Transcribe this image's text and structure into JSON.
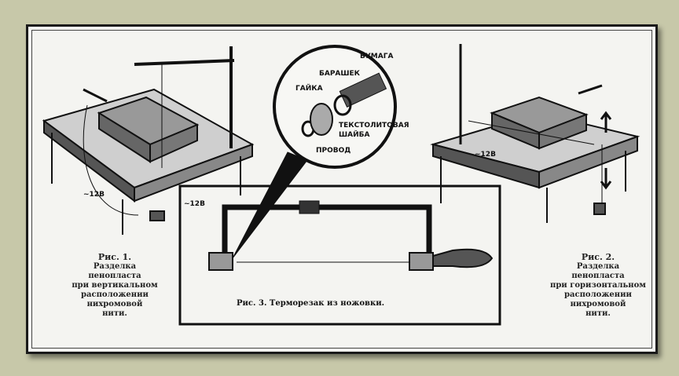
{
  "figure1": {
    "title": "Рис. 1.",
    "lines": [
      "Разделка",
      "пенопласта",
      "при вертикальном",
      "расположении",
      "нихромовой",
      "нити."
    ],
    "voltage": "~12В"
  },
  "figure2": {
    "title": "Рис. 2.",
    "lines": [
      "Разделка",
      "пенопласта",
      "при горизонтальном",
      "расположении",
      "нихромовой",
      "нити."
    ],
    "voltage": "~12В"
  },
  "figure3": {
    "caption": "Рис. 3. Терморезак из ножовки.",
    "voltage": "~12В",
    "parts": {
      "paper": "БУМАГА",
      "wingnut": "БАРАШЕК",
      "nut": "ГАЙКА",
      "washer_1": "ТЕКСТОЛИТОВАЯ",
      "washer_2": "ШАЙБА",
      "wire": "ПРОВОД"
    }
  }
}
